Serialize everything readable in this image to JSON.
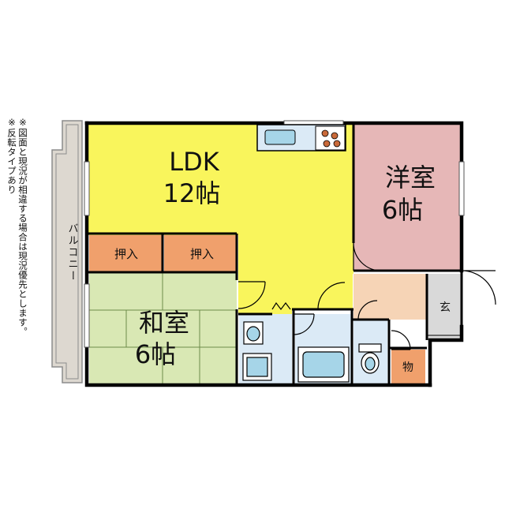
{
  "rooms": {
    "ldk": {
      "name": "LDK",
      "size": "12帖",
      "color": "#f9f55c"
    },
    "western": {
      "name": "洋室",
      "size": "6帖",
      "color": "#e6b7b7"
    },
    "japanese": {
      "name": "和室",
      "size": "6帖",
      "color": "#d9e8b4"
    },
    "closet_left": {
      "name": "押入",
      "color": "#f0a06c"
    },
    "closet_right": {
      "name": "押入",
      "color": "#f0a06c"
    },
    "entrance": {
      "name": "玄",
      "color": "#d9d9d9"
    },
    "storage": {
      "name": "物",
      "color": "#f0a06c"
    },
    "hall": {
      "color": "#f6d4b6"
    },
    "wet_area": {
      "color": "#dbeaf6"
    }
  },
  "balcony": {
    "label": "バルコニー",
    "color": "#ddd8d0"
  },
  "notes": [
    "※図面と現況が相違する場合は現況優先とします。",
    "※反転タイプあり"
  ]
}
